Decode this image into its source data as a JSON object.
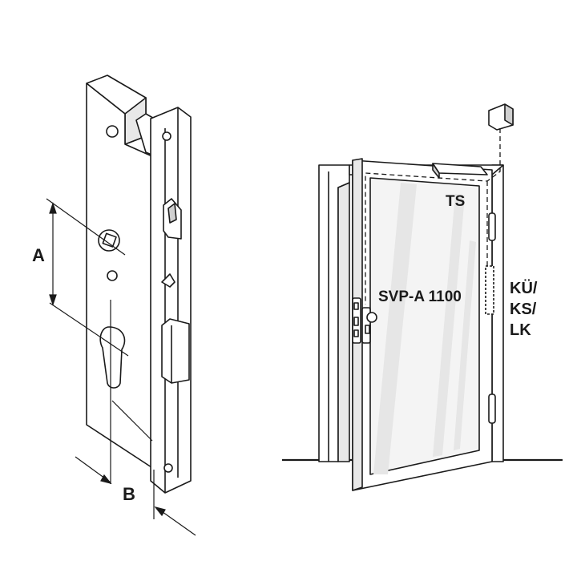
{
  "labels": {
    "dim_a": "A",
    "dim_b": "B",
    "closer": "TS",
    "lock": "SVP-A 1100",
    "cable_line1": "KÜ/",
    "cable_line2": "KS/",
    "cable_line3": "LK"
  },
  "colors": {
    "stroke": "#1a1a1a",
    "fill": "#ffffff",
    "glass": "#f2f2f2",
    "frame": "#e8e8e8",
    "shade": "#d0d0d0"
  }
}
